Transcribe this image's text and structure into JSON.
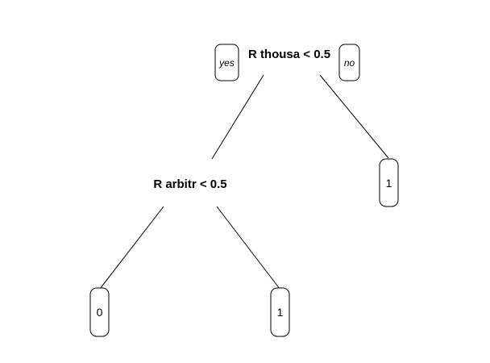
{
  "tree": {
    "root": {
      "split": "R thousa < 0.5",
      "yes_label": "yes",
      "no_label": "no"
    },
    "left_node": {
      "split": "R arbitr < 0.5"
    },
    "leaves": {
      "right": "1",
      "left_left": "0",
      "left_right": "1"
    }
  }
}
